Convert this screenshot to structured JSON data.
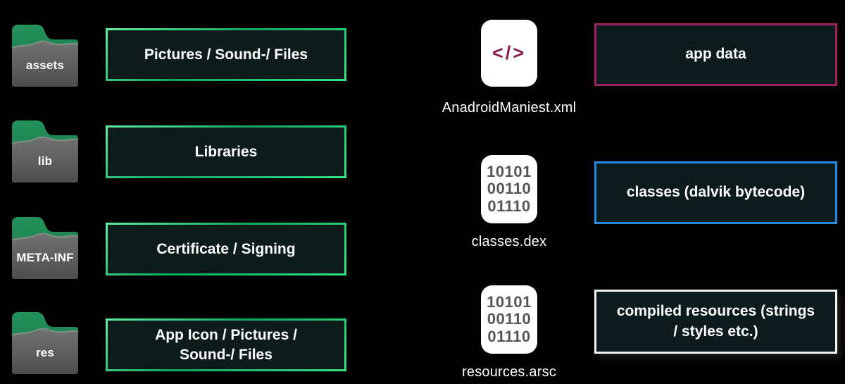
{
  "folders": [
    {
      "name": "assets",
      "description": "Pictures / Sound-/ Files"
    },
    {
      "name": "lib",
      "description": "Libraries"
    },
    {
      "name": "META-INF",
      "description": "Certificate / Signing"
    },
    {
      "name": "res",
      "description": "App Icon / Pictures / Sound-/ Files"
    }
  ],
  "files": [
    {
      "name": "AnadroidManiest.xml",
      "icon": "xml-code-icon",
      "glyph": "</>",
      "description": "app data",
      "border_color": "#9c2160"
    },
    {
      "name": "classes.dex",
      "icon": "binary-file-icon",
      "description": "classes (dalvik bytecode)",
      "border_color": "#2589e5"
    },
    {
      "name": "resources.arsc",
      "icon": "binary-file-icon",
      "description": "compiled resources (strings / styles etc.)",
      "border_color": "#f2f2f2"
    }
  ],
  "binary_glyph_lines": [
    "10101",
    "00110",
    "01110"
  ],
  "colors": {
    "background": "#000000",
    "box_background": "#0d1c1b",
    "green_border": "#2fd983",
    "magenta_border": "#9c2160",
    "blue_border": "#2589e5",
    "white_border": "#f2f2f2",
    "xml_glyph": "#8e1c50",
    "folder_tab_green": "#1d8a52",
    "folder_body_gray": "#646464",
    "binary_text_gray": "#565656"
  }
}
